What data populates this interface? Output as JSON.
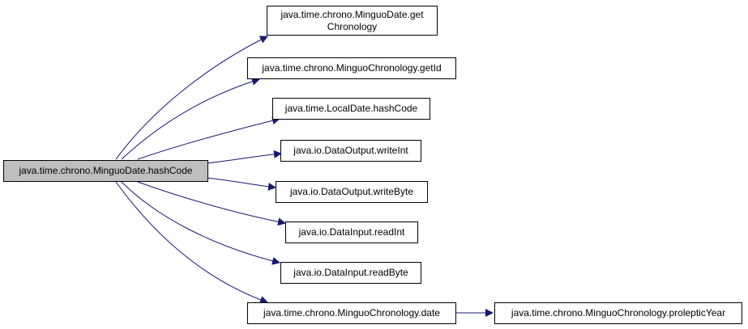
{
  "graph": {
    "root": {
      "label": "java.time.chrono.MinguoDate.hashCode"
    },
    "nodes": [
      {
        "label": "java.time.chrono.MinguoDate.get\nChronology"
      },
      {
        "label": "java.time.chrono.MinguoChronology.getId"
      },
      {
        "label": "java.time.LocalDate.hashCode"
      },
      {
        "label": "java.io.DataOutput.writeInt"
      },
      {
        "label": "java.io.DataOutput.writeByte"
      },
      {
        "label": "java.io.DataInput.readInt"
      },
      {
        "label": "java.io.DataInput.readByte"
      },
      {
        "label": "java.time.chrono.MinguoChronology.date"
      },
      {
        "label": "java.time.chrono.MinguoChronology.prolepticYear"
      }
    ],
    "edge_color": "#191970"
  }
}
